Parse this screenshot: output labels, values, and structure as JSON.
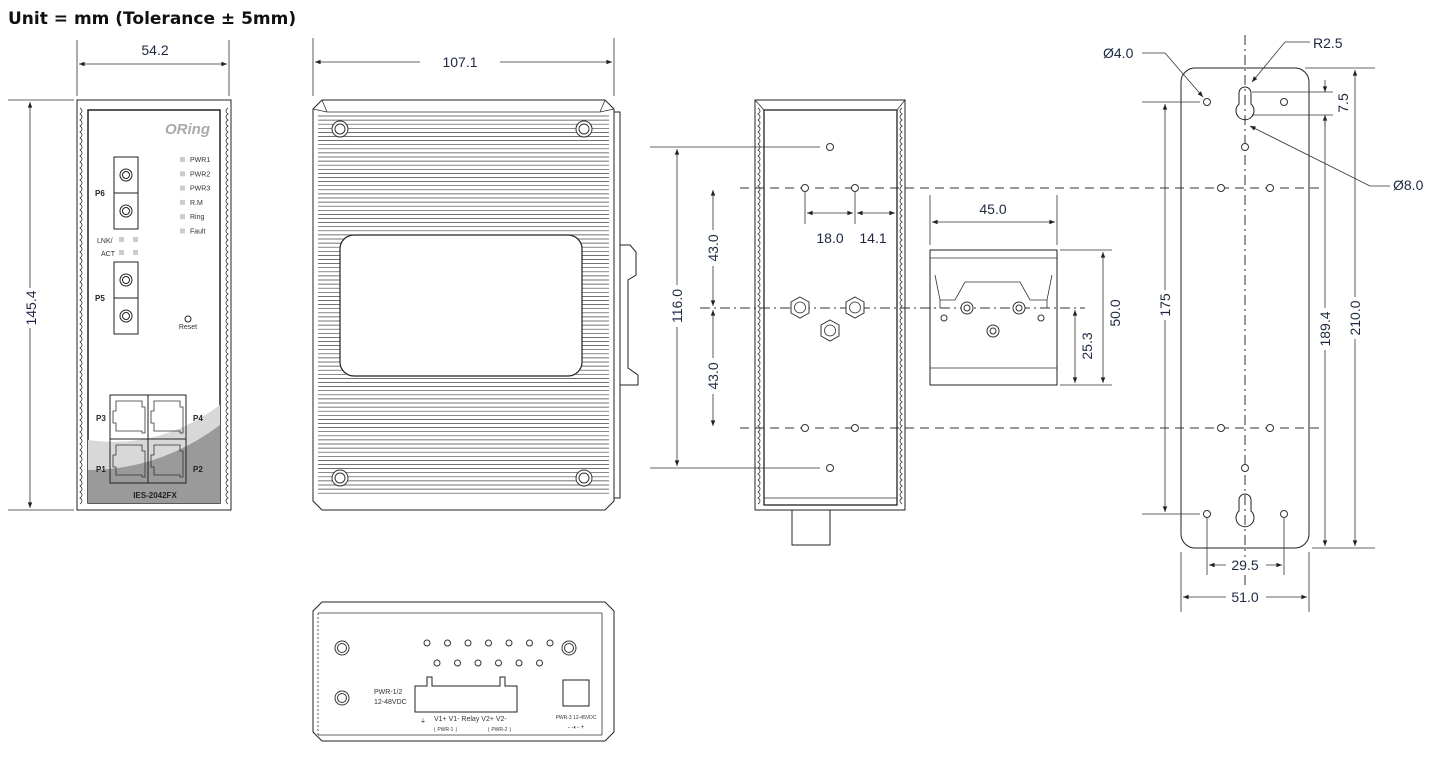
{
  "title": "Unit = mm (Tolerance ± 5mm)",
  "front_view": {
    "brand": "ORing",
    "model": "IES-2042FX",
    "leds": [
      "PWR1",
      "PWR2",
      "PWR3",
      "R.M",
      "Ring",
      "Fault"
    ],
    "link_labels": [
      "LNK/",
      "ACT"
    ],
    "ports": {
      "p6": "P6",
      "p5": "P5",
      "p3": "P3",
      "p4": "P4",
      "p1": "P1",
      "p2": "P2"
    },
    "reset": "Reset",
    "width_dim": "54.2",
    "height_dim": "145.4"
  },
  "heatsink_view": {
    "width_dim": "107.1"
  },
  "side_view": {
    "dim_total": "116.0",
    "dim_upper": "43.0",
    "dim_lower": "43.0",
    "dim_a": "18.0",
    "dim_b": "14.1"
  },
  "din_rail": {
    "width_dim": "45.0",
    "height_dim": "50.0",
    "center_dim": "25.3"
  },
  "wall_mount": {
    "hole_small": "Ø4.0",
    "radius": "R2.5",
    "hole_large": "Ø8.0",
    "slot_dim": "7.5",
    "dim_175": "175",
    "dim_189": "189.4",
    "dim_210": "210.0",
    "dim_295": "29.5",
    "dim_51": "51.0"
  },
  "bottom_view": {
    "pwr12": "PWR-1/2",
    "pwr12_v": "12-48VDC",
    "terminals": "V1+ V1-   Relay   V2+ V2-",
    "pwr1": "⌊ PWR-1 ⌋",
    "pwr2": "⌊ PWR-2 ⌋",
    "pwr3": "PWR-3 12-45VDC",
    "polarity": "- -◐- +"
  }
}
